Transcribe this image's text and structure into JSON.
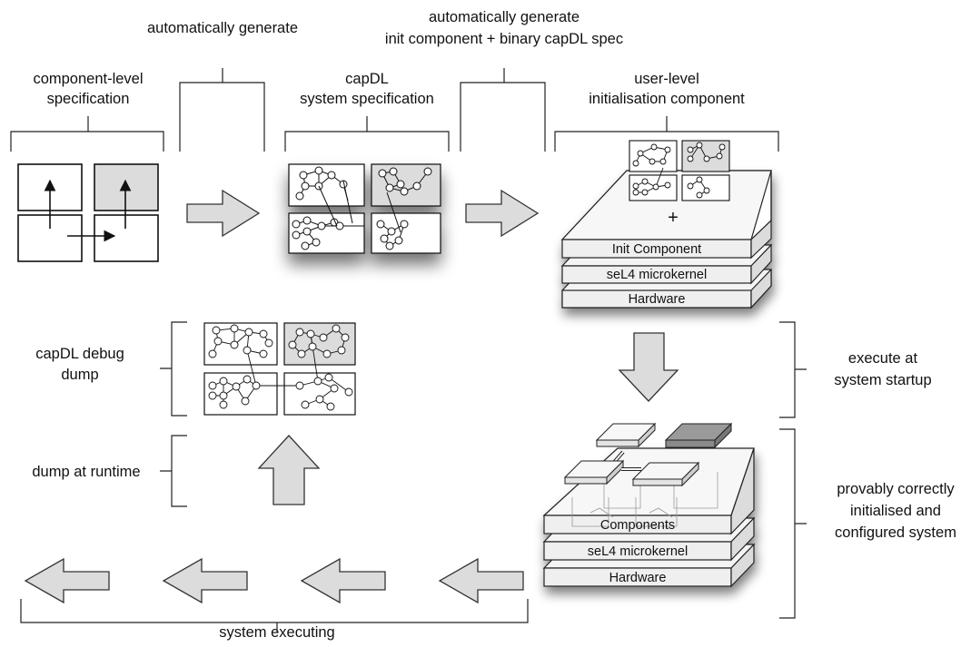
{
  "labels": {
    "auto_generate_1": "automatically generate",
    "auto_generate_2_line1": "automatically generate",
    "auto_generate_2_line2": "init component + binary capDL spec",
    "component_spec_line1": "component-level",
    "component_spec_line2": "specification",
    "capdl_spec_line1": "capDL",
    "capdl_spec_line2": "system specification",
    "init_component_line1": "user-level",
    "init_component_line2": "initialisation component",
    "execute_line1": "execute at",
    "execute_line2": "system startup",
    "debug_dump_line1": "capDL debug",
    "debug_dump_line2": "dump",
    "dump_runtime": "dump at runtime",
    "provably_line1": "provably correctly",
    "provably_line2": "initialised and",
    "provably_line3": "configured system",
    "system_executing": "system executing"
  },
  "stack_top": {
    "plus": "+",
    "layers": [
      "Init Component",
      "seL4 microkernel",
      "Hardware"
    ]
  },
  "stack_bottom": {
    "layers": [
      "Components",
      "seL4 microkernel",
      "Hardware"
    ]
  },
  "colors": {
    "arrow_fill": "#dcdcdc",
    "shaded_box": "#dcdcdc",
    "dark_block": "#9a9a9a",
    "layer_face": "#efefef"
  }
}
